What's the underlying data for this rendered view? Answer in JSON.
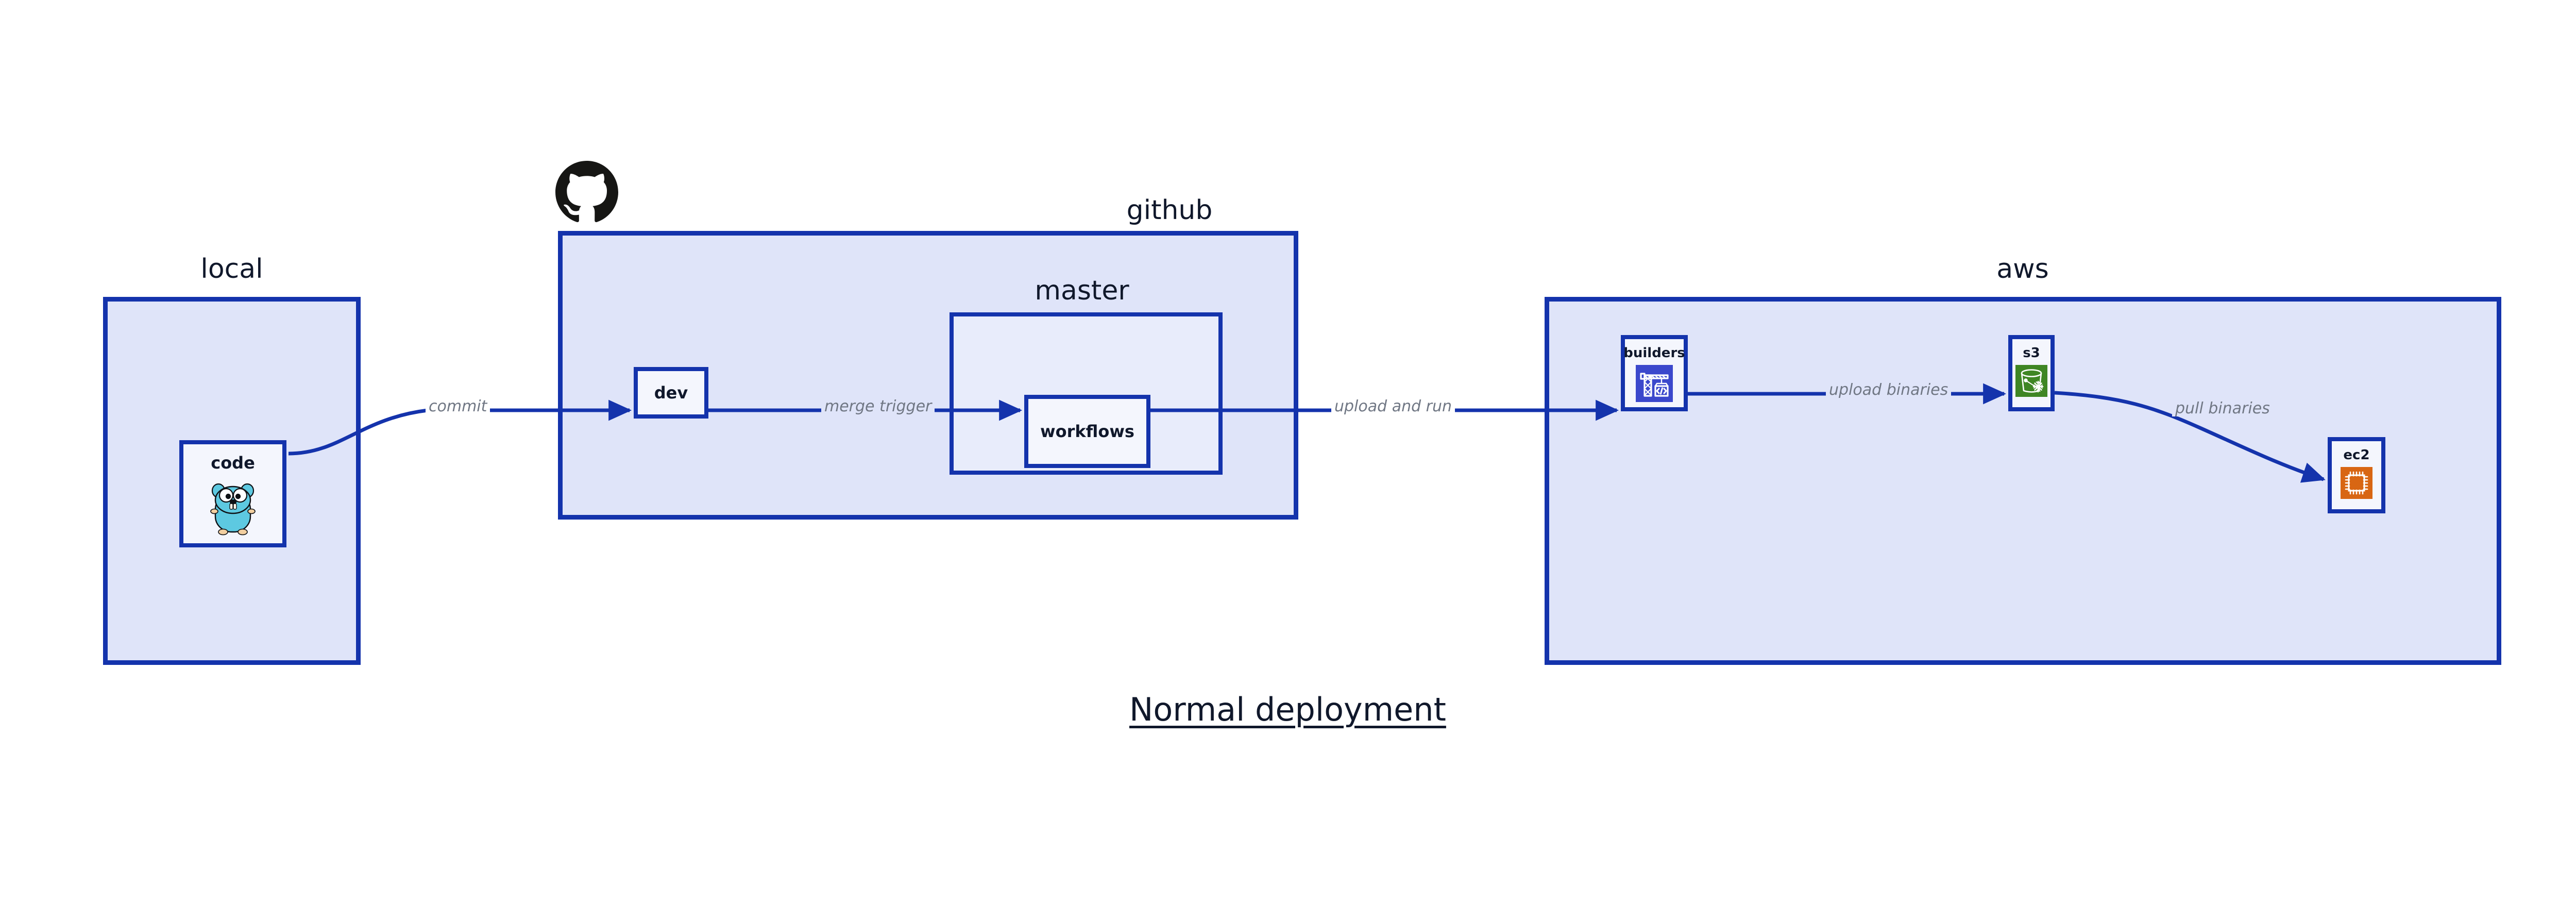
{
  "title": {
    "text": "Normal deployment"
  },
  "clusters": [
    {
      "id": "local",
      "label": "local",
      "fill": "#dfe4f9",
      "stroke": "#1433ac"
    },
    {
      "id": "github",
      "label": "github",
      "fill": "#dfe4f9",
      "stroke": "#1433ac"
    },
    {
      "id": "master",
      "label": "master",
      "fill": "#e8ecfb",
      "stroke": "#1433ac"
    },
    {
      "id": "aws",
      "label": "aws",
      "fill": "#dfe4f9",
      "stroke": "#1433ac"
    }
  ],
  "nodes": [
    {
      "id": "code",
      "label": "code",
      "icon": "go-gopher-icon",
      "icon_color": "#5dc9e1"
    },
    {
      "id": "dev",
      "label": "dev",
      "icon": null,
      "icon_color": null
    },
    {
      "id": "workflows",
      "label": "workflows",
      "icon": null,
      "icon_color": null
    },
    {
      "id": "builders",
      "label": "builders",
      "icon": "aws-codebuild-icon",
      "icon_color": "#3b48cc"
    },
    {
      "id": "s3",
      "label": "s3",
      "icon": "aws-s3-glacier-icon",
      "icon_color": "#3f8624"
    },
    {
      "id": "ec2",
      "label": "ec2",
      "icon": "aws-ec2-icon",
      "icon_color": "#d86613"
    }
  ],
  "edges": [
    {
      "id": "code-to-dev",
      "from": "code",
      "to": "dev",
      "label": "commit"
    },
    {
      "id": "dev-to-workflows",
      "from": "dev",
      "to": "workflows",
      "label": "merge trigger"
    },
    {
      "id": "workflows-to-builders",
      "from": "workflows",
      "to": "builders",
      "label": "upload and run"
    },
    {
      "id": "builders-to-s3",
      "from": "builders",
      "to": "s3",
      "label": "upload binaries"
    },
    {
      "id": "s3-to-ec2",
      "from": "s3",
      "to": "ec2",
      "label": "pull binaries"
    }
  ],
  "logos": [
    {
      "id": "github-logo",
      "name": "github-octocat-logo",
      "color": "#161614"
    }
  ],
  "colors": {
    "edge": "#1433ac",
    "edge_label": "#707784",
    "cluster_fill": "#dfe4f9",
    "cluster_inner_fill": "#e8ecfb",
    "node_fill": "#f4f6fd",
    "border": "#1433ac",
    "text": "#10182b",
    "background": "#ffffff"
  }
}
